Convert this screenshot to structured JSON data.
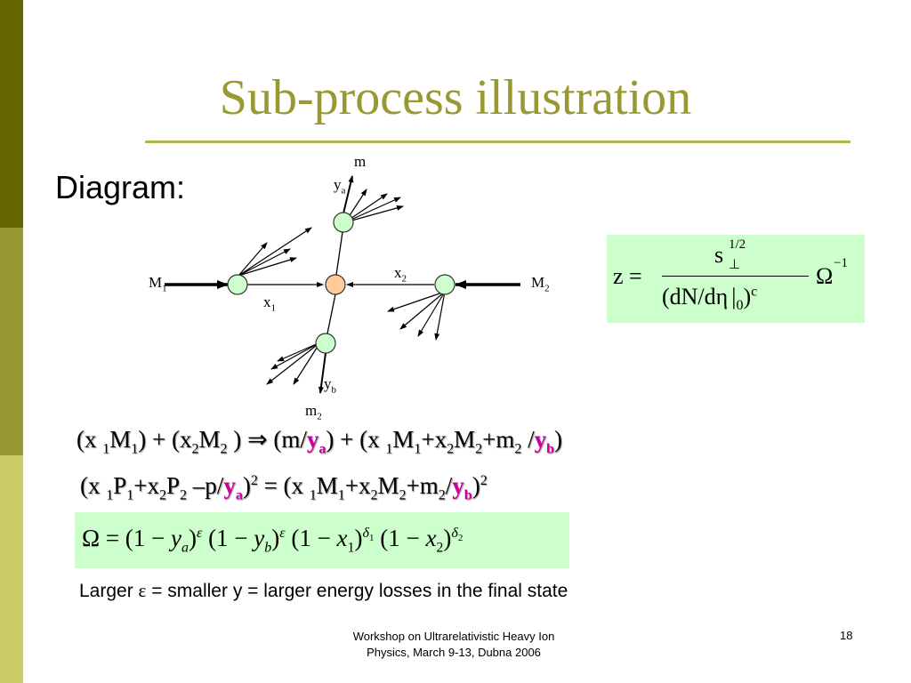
{
  "colors": {
    "sidebar_dark": "#666600",
    "sidebar_mid": "#999933",
    "sidebar_light": "#cccc66",
    "title": "#999933",
    "box_fill": "#ccffcc",
    "node_green": "#ccffcc",
    "node_orange": "#ffcc99",
    "highlight": "#cc0099"
  },
  "title": "Sub-process illustration",
  "diagram_label": "Diagram:",
  "diagram": {
    "m_top": "m",
    "ya": "y",
    "ya_sub": "a",
    "M1": "M",
    "M1_sub": "1",
    "M2": "M",
    "M2_sub": "2",
    "x1": "x",
    "x1_sub": "1",
    "x2": "x",
    "x2_sub": "2",
    "yb": "y",
    "yb_sub": "b",
    "m2": "m",
    "m2_sub": "2"
  },
  "formula_z": {
    "lhs": "z =",
    "num_base": "s",
    "num_sup": "1/2",
    "num_sub": "⊥",
    "den_main": "(dN/dη",
    "den_bar": "|",
    "den_sub": "0",
    "den_close": ")",
    "den_sup": "c",
    "omega": "Ω",
    "omega_sup": "−1"
  },
  "eq1": {
    "p1": "(x ",
    "s1": "1",
    "p2": "M",
    "s2": "1",
    "p3": ") + (x",
    "s3": "2",
    "p4": "M",
    "s4": "2",
    "p5": " ) ⇒ (m/",
    "ya": "y",
    "ya_sub": "a",
    "p6": ") + (x ",
    "s5": "1",
    "p7": "M",
    "s6": "1",
    "p8": "+x",
    "s7": "2",
    "p9": "M",
    "s8": "2",
    "p10": "+m",
    "s9": "2",
    "p11": " /",
    "yb": "y",
    "yb_sub": "b",
    "p12": ")"
  },
  "eq2": {
    "p1": "(x ",
    "s1": "1",
    "p2": "P",
    "s2": "1",
    "p3": "+x",
    "s3": "2",
    "p4": "P",
    "s4": "2",
    "p5": " –p/",
    "ya": "y",
    "ya_sub": "a",
    "p6": ")",
    "sup1": "2",
    "p7": " = (x ",
    "s5": "1",
    "p8": "M",
    "s6": "1",
    "p9": "+x",
    "s7": "2",
    "p10": "M",
    "s8": "2",
    "p11": "+m",
    "s9": "2",
    "p12": "/",
    "yb": "y",
    "yb_sub": "b",
    "p13": ")",
    "sup2": "2"
  },
  "formula_omega": {
    "lhs": "Ω = (1 − ",
    "ya": "y",
    "ya_sub": "a",
    "c1": ")",
    "eps1": "ε",
    "t2": " (1 − ",
    "yb": "y",
    "yb_sub": "b",
    "c2": ")",
    "eps2": "ε",
    "t3": " (1 − ",
    "x1": "x",
    "x1_sub": "1",
    "c3": ")",
    "d1": "δ",
    "d1_sub": "1",
    "t4": " (1 − ",
    "x2": "x",
    "x2_sub": "2",
    "c4": ")",
    "d2": "δ",
    "d2_sub": "2"
  },
  "energy_line": {
    "pre": "Larger ",
    "eps": "ε",
    "post": " = smaller y = larger energy losses in the final state"
  },
  "footer": {
    "line1": "Workshop on Ultrarelativistic Heavy Ion",
    "line2": "Physics, March 9-13, Dubna 2006"
  },
  "slide_number": "18"
}
